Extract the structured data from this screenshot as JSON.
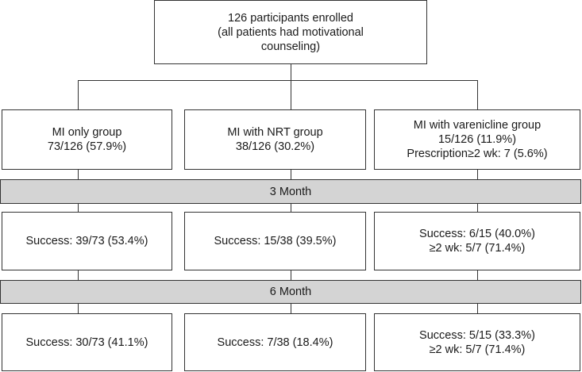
{
  "enrollment": {
    "lines": [
      "126 participants enrolled",
      "(all patients had motivational",
      "counseling)"
    ]
  },
  "groups": [
    {
      "lines": [
        "MI only group",
        "73/126 (57.9%)"
      ]
    },
    {
      "lines": [
        "MI with NRT group",
        "38/126 (30.2%)"
      ]
    },
    {
      "lines": [
        "MI with varenicline group",
        "15/126 (11.9%)",
        "Prescription≥2 wk: 7 (5.6%)"
      ]
    }
  ],
  "timepoints": [
    {
      "label": "3 Month",
      "results": [
        {
          "lines": [
            "Success: 39/73 (53.4%)"
          ]
        },
        {
          "lines": [
            "Success: 15/38 (39.5%)"
          ]
        },
        {
          "lines": [
            "Success: 6/15 (40.0%)",
            "≥2 wk: 5/7 (71.4%)"
          ]
        }
      ]
    },
    {
      "label": "6 Month",
      "results": [
        {
          "lines": [
            "Success: 30/73 (41.1%)"
          ]
        },
        {
          "lines": [
            "Success: 7/38 (18.4%)"
          ]
        },
        {
          "lines": [
            "Success: 5/15 (33.3%)",
            "≥2 wk: 5/7 (71.4%)"
          ]
        }
      ]
    }
  ]
}
